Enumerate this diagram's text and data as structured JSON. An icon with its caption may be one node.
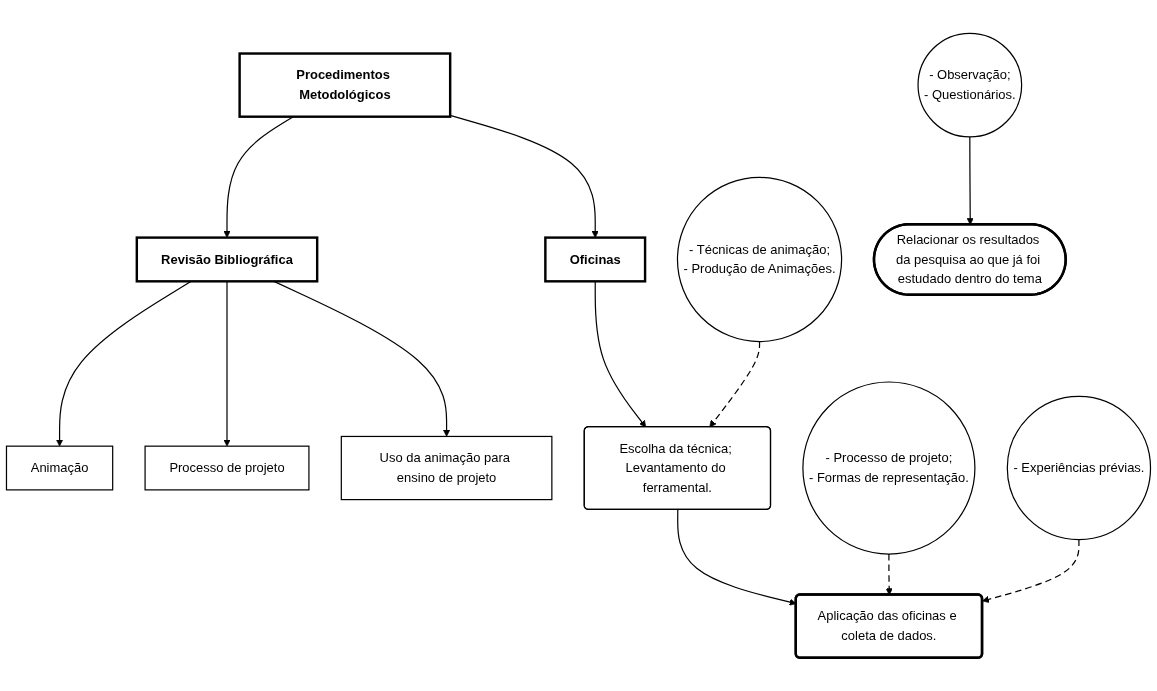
{
  "diagram": {
    "nodes": [
      {
        "text": [
          "Procedimentos Metodológicos"
        ]
      },
      {
        "text": [
          "Revisão Bibliográfica"
        ]
      },
      {
        "text": [
          "Oficinas"
        ]
      },
      {
        "text": [
          "Animação"
        ]
      },
      {
        "text": [
          "Processo de projeto"
        ]
      },
      {
        "text": [
          "Uso da animação para ensino de projeto"
        ]
      },
      {
        "text": [
          "- Técnicas de animação;",
          "- Produção de Animações."
        ]
      },
      {
        "text": [
          "- Processo de projeto;",
          "- Formas de representação."
        ]
      },
      {
        "text": [
          "- Experiências prévias."
        ]
      },
      {
        "text": [
          "Escolha da técnica; Levantamento do ferramental."
        ]
      },
      {
        "text": [
          "- Observação;",
          "- Questionários."
        ]
      },
      {
        "text": [
          "Aplicação das oficinas e coleta de dados."
        ]
      },
      {
        "text": [
          "Relacionar os resultados da pesquisa ao que já foi estudado dentro do tema"
        ]
      }
    ],
    "edges": [
      {
        "from": 0,
        "to": 1,
        "arrow": "to"
      },
      {
        "from": 0,
        "to": 2,
        "arrow": "to"
      },
      {
        "from": 1,
        "to": 3,
        "arrow": "to"
      },
      {
        "from": 1,
        "to": 4,
        "arrow": "to"
      },
      {
        "from": 1,
        "to": 5,
        "arrow": "to"
      },
      {
        "from": 2,
        "to": 9,
        "arrow": "to"
      },
      {
        "from": 9,
        "to": 11,
        "arrow": "to"
      },
      {
        "from": 10,
        "to": 12,
        "arrow": "to"
      },
      {
        "from": 6,
        "to": 9,
        "arrow": "to",
        "style": "dashed"
      },
      {
        "from": 7,
        "to": 11,
        "arrow": "to",
        "style": "dashed"
      },
      {
        "from": 8,
        "to": 11,
        "arrow": "to",
        "style": "dashed"
      }
    ]
  }
}
